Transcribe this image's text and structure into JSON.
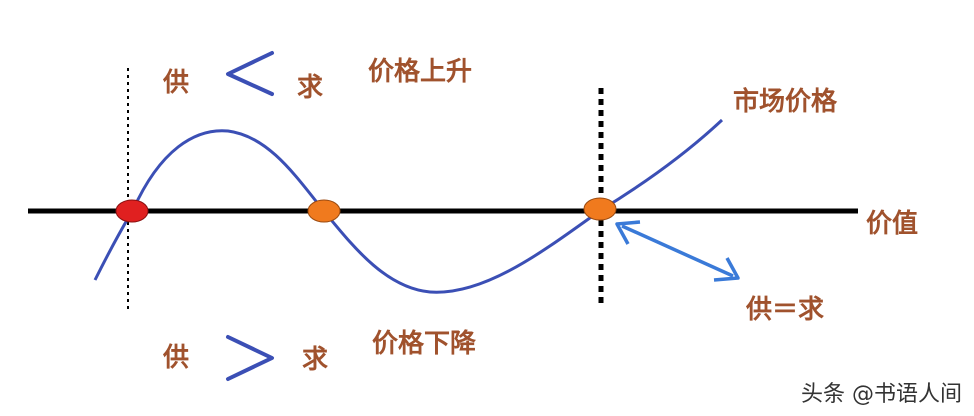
{
  "colors": {
    "axis": "#000000",
    "curve": "#3b4fb5",
    "label_text": "#a0522d",
    "point_red": "#e02020",
    "point_orange": "#f07a1e",
    "arrow": "#3a7ad8"
  },
  "labels": {
    "top_supply": "供",
    "top_demand": "求",
    "top_relation_symbol": "less-than-sign",
    "top_caption": "价格上升",
    "bottom_supply": "供",
    "bottom_demand": "求",
    "bottom_relation_symbol": "greater-than-sign",
    "bottom_caption": "价格下降",
    "market_price": "市场价格",
    "value": "价值",
    "equilibrium": "供＝求"
  },
  "watermark": "头条 @书语人间"
}
